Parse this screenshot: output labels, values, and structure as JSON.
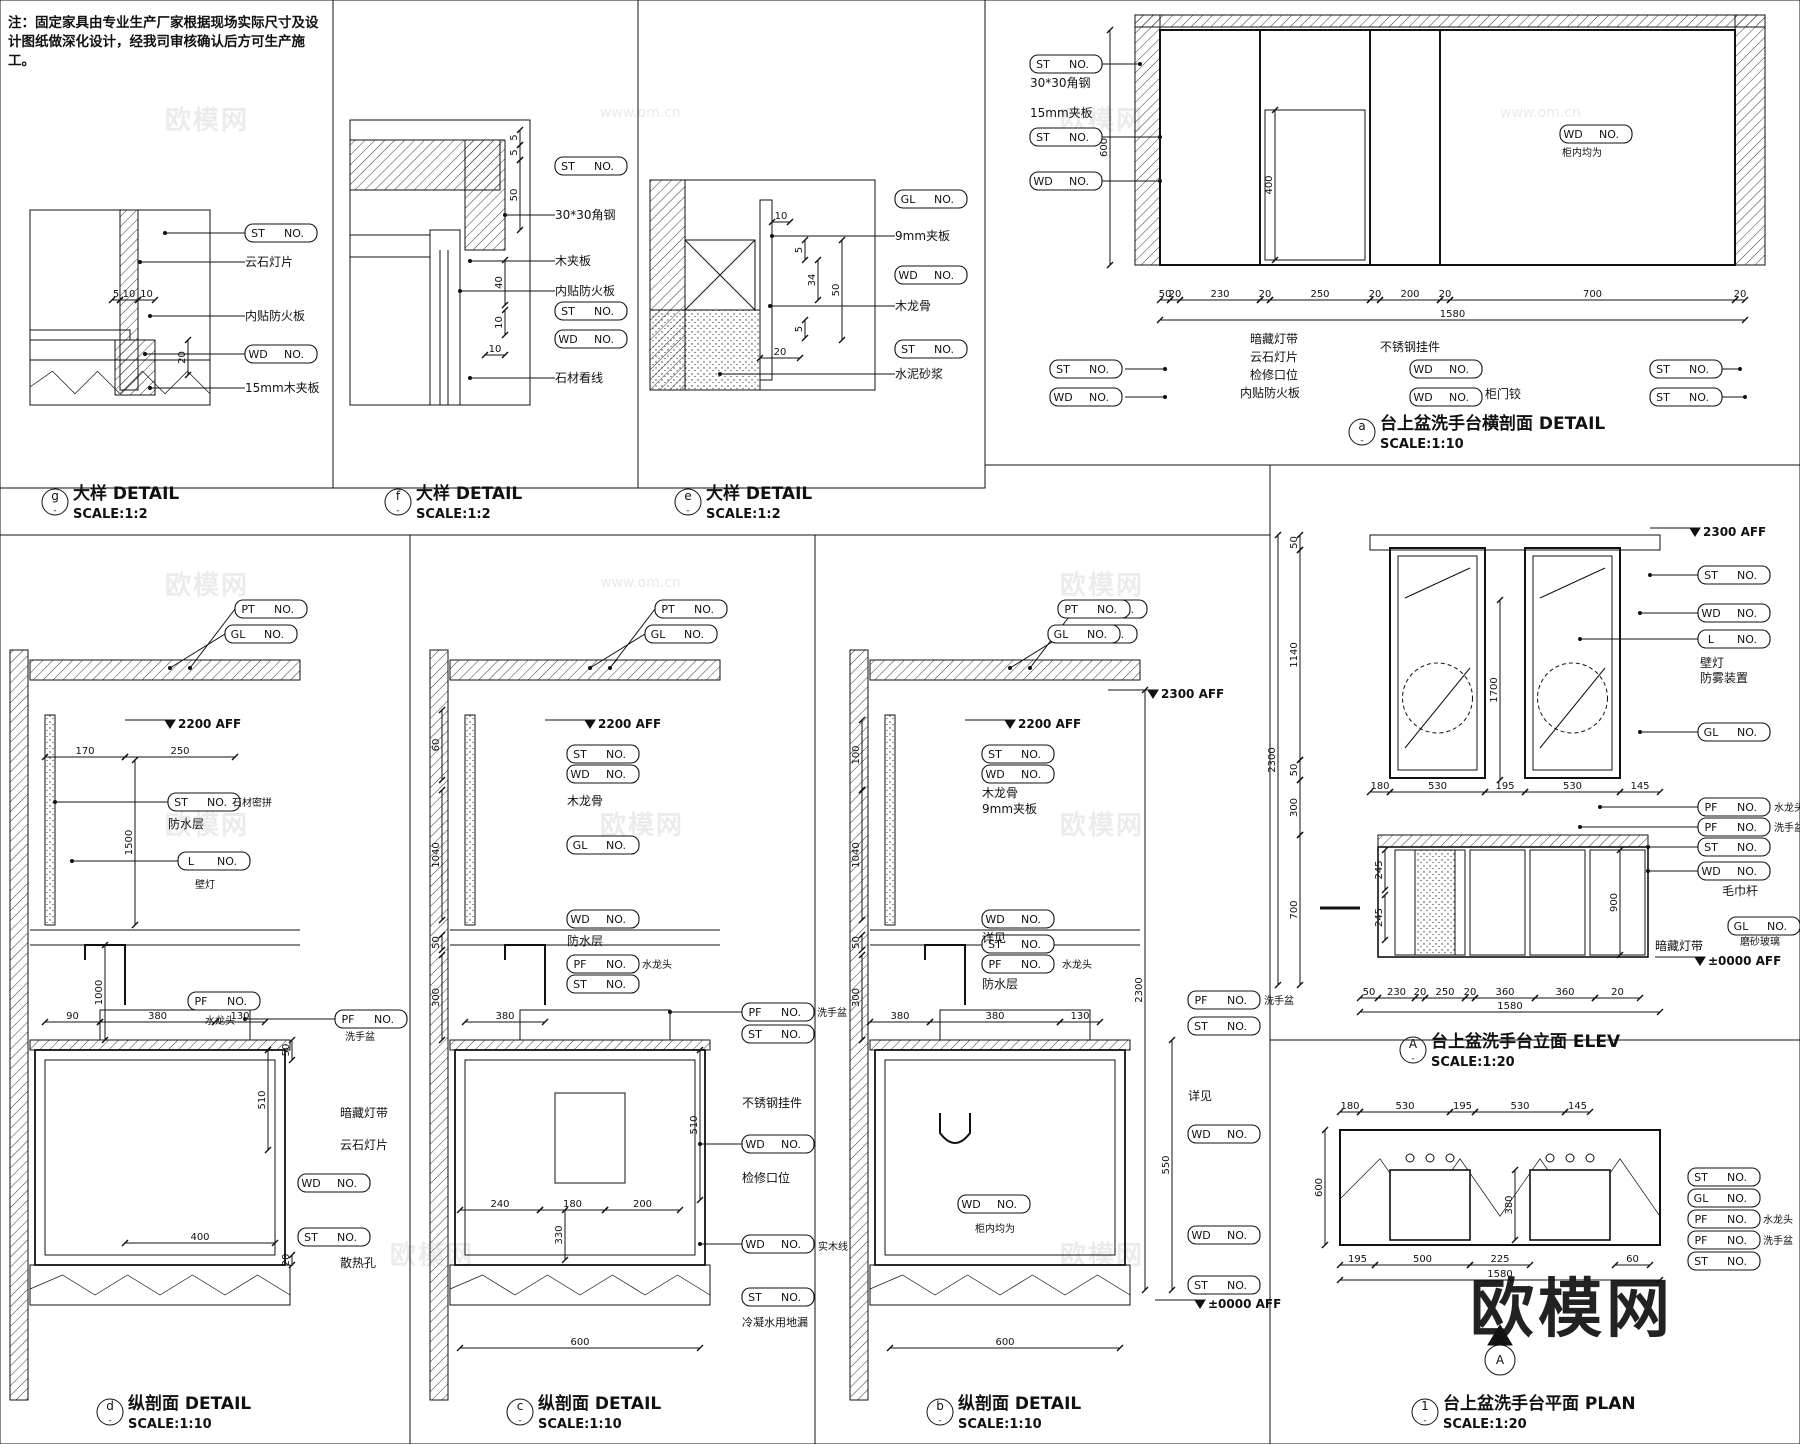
{
  "note": "注：固定家具由专业生产厂家根据现场实际尺寸及设计图纸做深化设计，经我司审核确认后方可生产施工。",
  "watermark": {
    "brand": "欧模网",
    "url": "www.om.cn"
  },
  "titles": {
    "g": {
      "letter": "g",
      "name": "大样",
      "en": "DETAIL",
      "scale": "SCALE:1:2"
    },
    "f": {
      "letter": "f",
      "name": "大样",
      "en": "DETAIL",
      "scale": "SCALE:1:2"
    },
    "e": {
      "letter": "e",
      "name": "大样",
      "en": "DETAIL",
      "scale": "SCALE:1:2"
    },
    "a": {
      "letter": "a",
      "name": "台上盆洗手台横剖面",
      "en": "DETAIL",
      "scale": "SCALE:1:10"
    },
    "d": {
      "letter": "d",
      "name": "纵剖面",
      "en": "DETAIL",
      "scale": "SCALE:1:10"
    },
    "c": {
      "letter": "c",
      "name": "纵剖面",
      "en": "DETAIL",
      "scale": "SCALE:1:10"
    },
    "b": {
      "letter": "b",
      "name": "纵剖面",
      "en": "DETAIL",
      "scale": "SCALE:1:10"
    },
    "A": {
      "letter": "A",
      "name": "台上盆洗手台立面",
      "en": "ELEV",
      "scale": "SCALE:1:20"
    },
    "1": {
      "letter": "1",
      "name": "台上盆洗手台平面",
      "en": "PLAN",
      "scale": "SCALE:1:20"
    }
  },
  "tag_no": "NO.",
  "labels": {
    "g": [
      "云石灯片",
      "内贴防火板",
      "15mm木夹板"
    ],
    "f": [
      "30*30角钢",
      "木夹板",
      "内贴防火板",
      "石材看线"
    ],
    "e": [
      "9mm夹板",
      "木龙骨",
      "水泥砂浆"
    ],
    "a_left": [
      "30*30角钢",
      "15mm夹板"
    ],
    "a_bottom": [
      "暗藏灯带",
      "云石灯片",
      "检修口位",
      "内贴防火板",
      "不锈钢挂件",
      "柜门铰"
    ],
    "a_inner": "柜内均为",
    "d": [
      "石材密拼",
      "防水层",
      "壁灯",
      "水龙头",
      "洗手盆",
      "暗藏灯带",
      "云石灯片",
      "散热孔"
    ],
    "c": [
      "木龙骨",
      "防水层",
      "水龙头",
      "洗手盆",
      "不锈钢挂件",
      "检修口位",
      "实木线",
      "冷凝水用地漏"
    ],
    "b": [
      "木龙骨",
      "9mm夹板",
      "详见",
      "水龙头",
      "防水层",
      "洗手盆",
      "详见",
      "柜内均为"
    ],
    "A": [
      "壁灯",
      "防雾装置",
      "水龙头",
      "洗手盆",
      "毛巾杆",
      "磨砂玻璃",
      "暗藏灯带"
    ],
    "plan": [
      "水龙头",
      "洗手盆"
    ]
  },
  "levels": {
    "l2300": "2300 AFF",
    "l2200": "2200 AFF",
    "l0": "±0000 AFF"
  },
  "dims": {
    "a_bottom": [
      "50",
      "20",
      "230",
      "20",
      "250",
      "20",
      "200",
      "20",
      "700",
      "20",
      "1580"
    ],
    "a_side": [
      "600",
      "400"
    ],
    "g": [
      "5",
      "10",
      "10",
      "20"
    ],
    "f": [
      "5",
      "5",
      "50",
      "40",
      "10",
      "10"
    ],
    "e": [
      "10",
      "5",
      "34",
      "50",
      "5",
      "20"
    ],
    "d": [
      "170",
      "250",
      "1500",
      "1000",
      "90",
      "380",
      "130",
      "510",
      "400",
      "20",
      "50",
      "10"
    ],
    "c": [
      "60",
      "1040",
      "50",
      "300",
      "380",
      "240",
      "180",
      "200",
      "330",
      "600",
      "510"
    ],
    "b": [
      "100",
      "1040",
      "50",
      "300",
      "380",
      "130",
      "550",
      "600",
      "2300"
    ],
    "A_top": [
      "180",
      "530",
      "195",
      "530",
      "145"
    ],
    "A_left": [
      "50",
      "1140",
      "2300",
      "50",
      "300",
      "700",
      "245",
      "245"
    ],
    "A_bottom": [
      "50",
      "230",
      "20",
      "250",
      "20",
      "360",
      "360",
      "20",
      "1580",
      "1700",
      "900"
    ],
    "plan": [
      "180",
      "530",
      "195",
      "530",
      "145",
      "600",
      "380",
      "195",
      "500",
      "225",
      "1580",
      "60"
    ]
  }
}
